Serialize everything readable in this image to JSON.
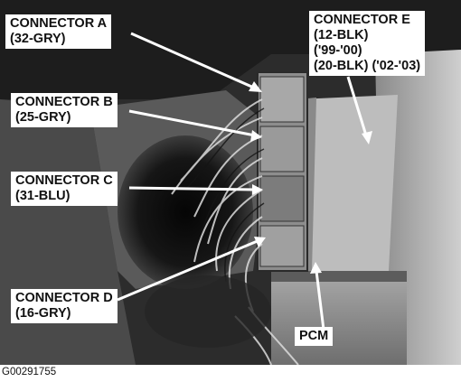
{
  "image_id_caption": "G00291755",
  "callouts": {
    "connector_a": {
      "line1": "CONNECTOR A",
      "line2": "(32-GRY)"
    },
    "connector_b": {
      "line1": "CONNECTOR B",
      "line2": "(25-GRY)"
    },
    "connector_c": {
      "line1": "CONNECTOR C",
      "line2": "(31-BLU)"
    },
    "connector_d": {
      "line1": "CONNECTOR D",
      "line2": "(16-GRY)"
    },
    "connector_e": {
      "line1": "CONNECTOR E",
      "line2": "(12-BLK)",
      "line3": "('99-'00)",
      "line4": "(20-BLK) ('02-'03)"
    },
    "pcm": {
      "line1": "PCM"
    }
  },
  "colors": {
    "label_background": "#ffffff",
    "label_text": "#111111",
    "arrow": "#ffffff",
    "photo_dark": "#1e1e1e",
    "photo_mid": "#7a7a7a",
    "photo_light": "#d8d8d8"
  }
}
